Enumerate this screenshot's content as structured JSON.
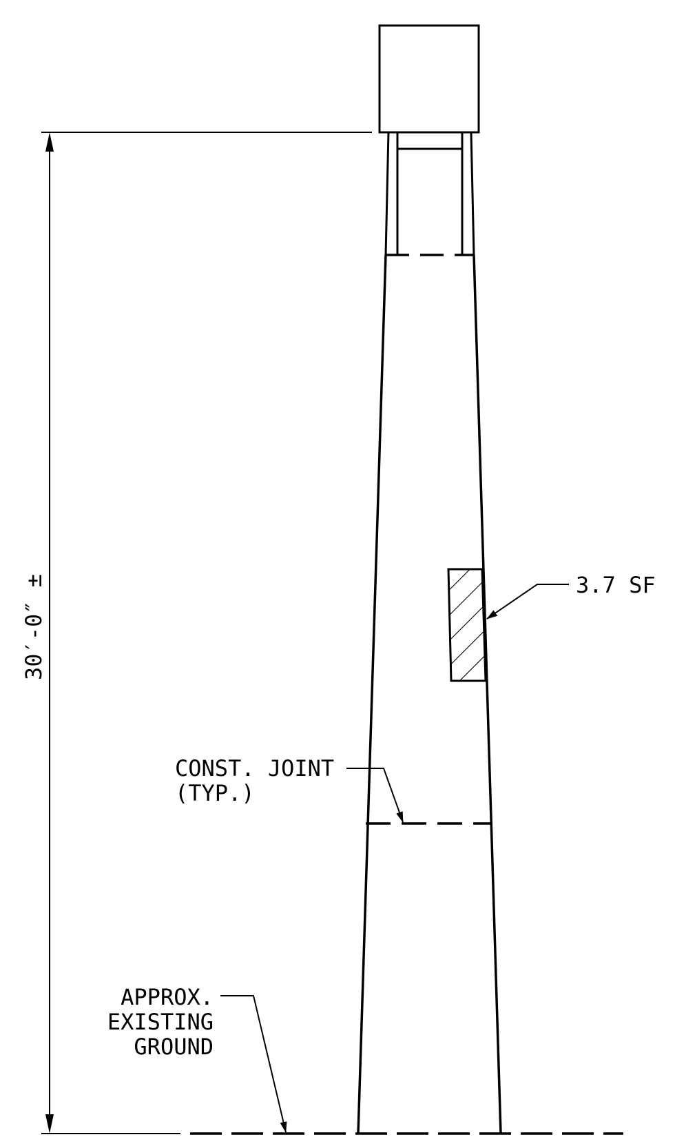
{
  "labels": {
    "height_dimension": "30′-0″ ±",
    "area_callout": "3.7 SF",
    "joint_line1": "CONST. JOINT",
    "joint_line2": "(TYP.)",
    "ground_line1": "APPROX.",
    "ground_line2": "EXISTING",
    "ground_line3": "GROUND"
  }
}
